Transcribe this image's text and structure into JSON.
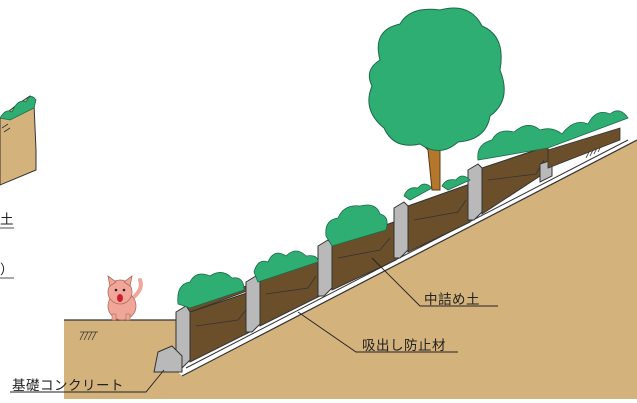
{
  "labels": {
    "fill_soil": "中詰め土",
    "drain_material": "吸出し防止材",
    "base_concrete": "基礎コンクリート"
  },
  "cropped_left": {
    "fragment_top": "土",
    "fragment_bottom": "）"
  },
  "colors": {
    "soil_bank": "#d4b27c",
    "soil_dark": "#6b4f2a",
    "block_grey": "#b9b9b9",
    "foliage": "#2eae73",
    "foliage_dark": "#1f8a57",
    "tree_trunk": "#b5772c",
    "leader_line": "#222222"
  },
  "icons": [
    "dog-icon",
    "tree-icon",
    "grass-icon"
  ]
}
